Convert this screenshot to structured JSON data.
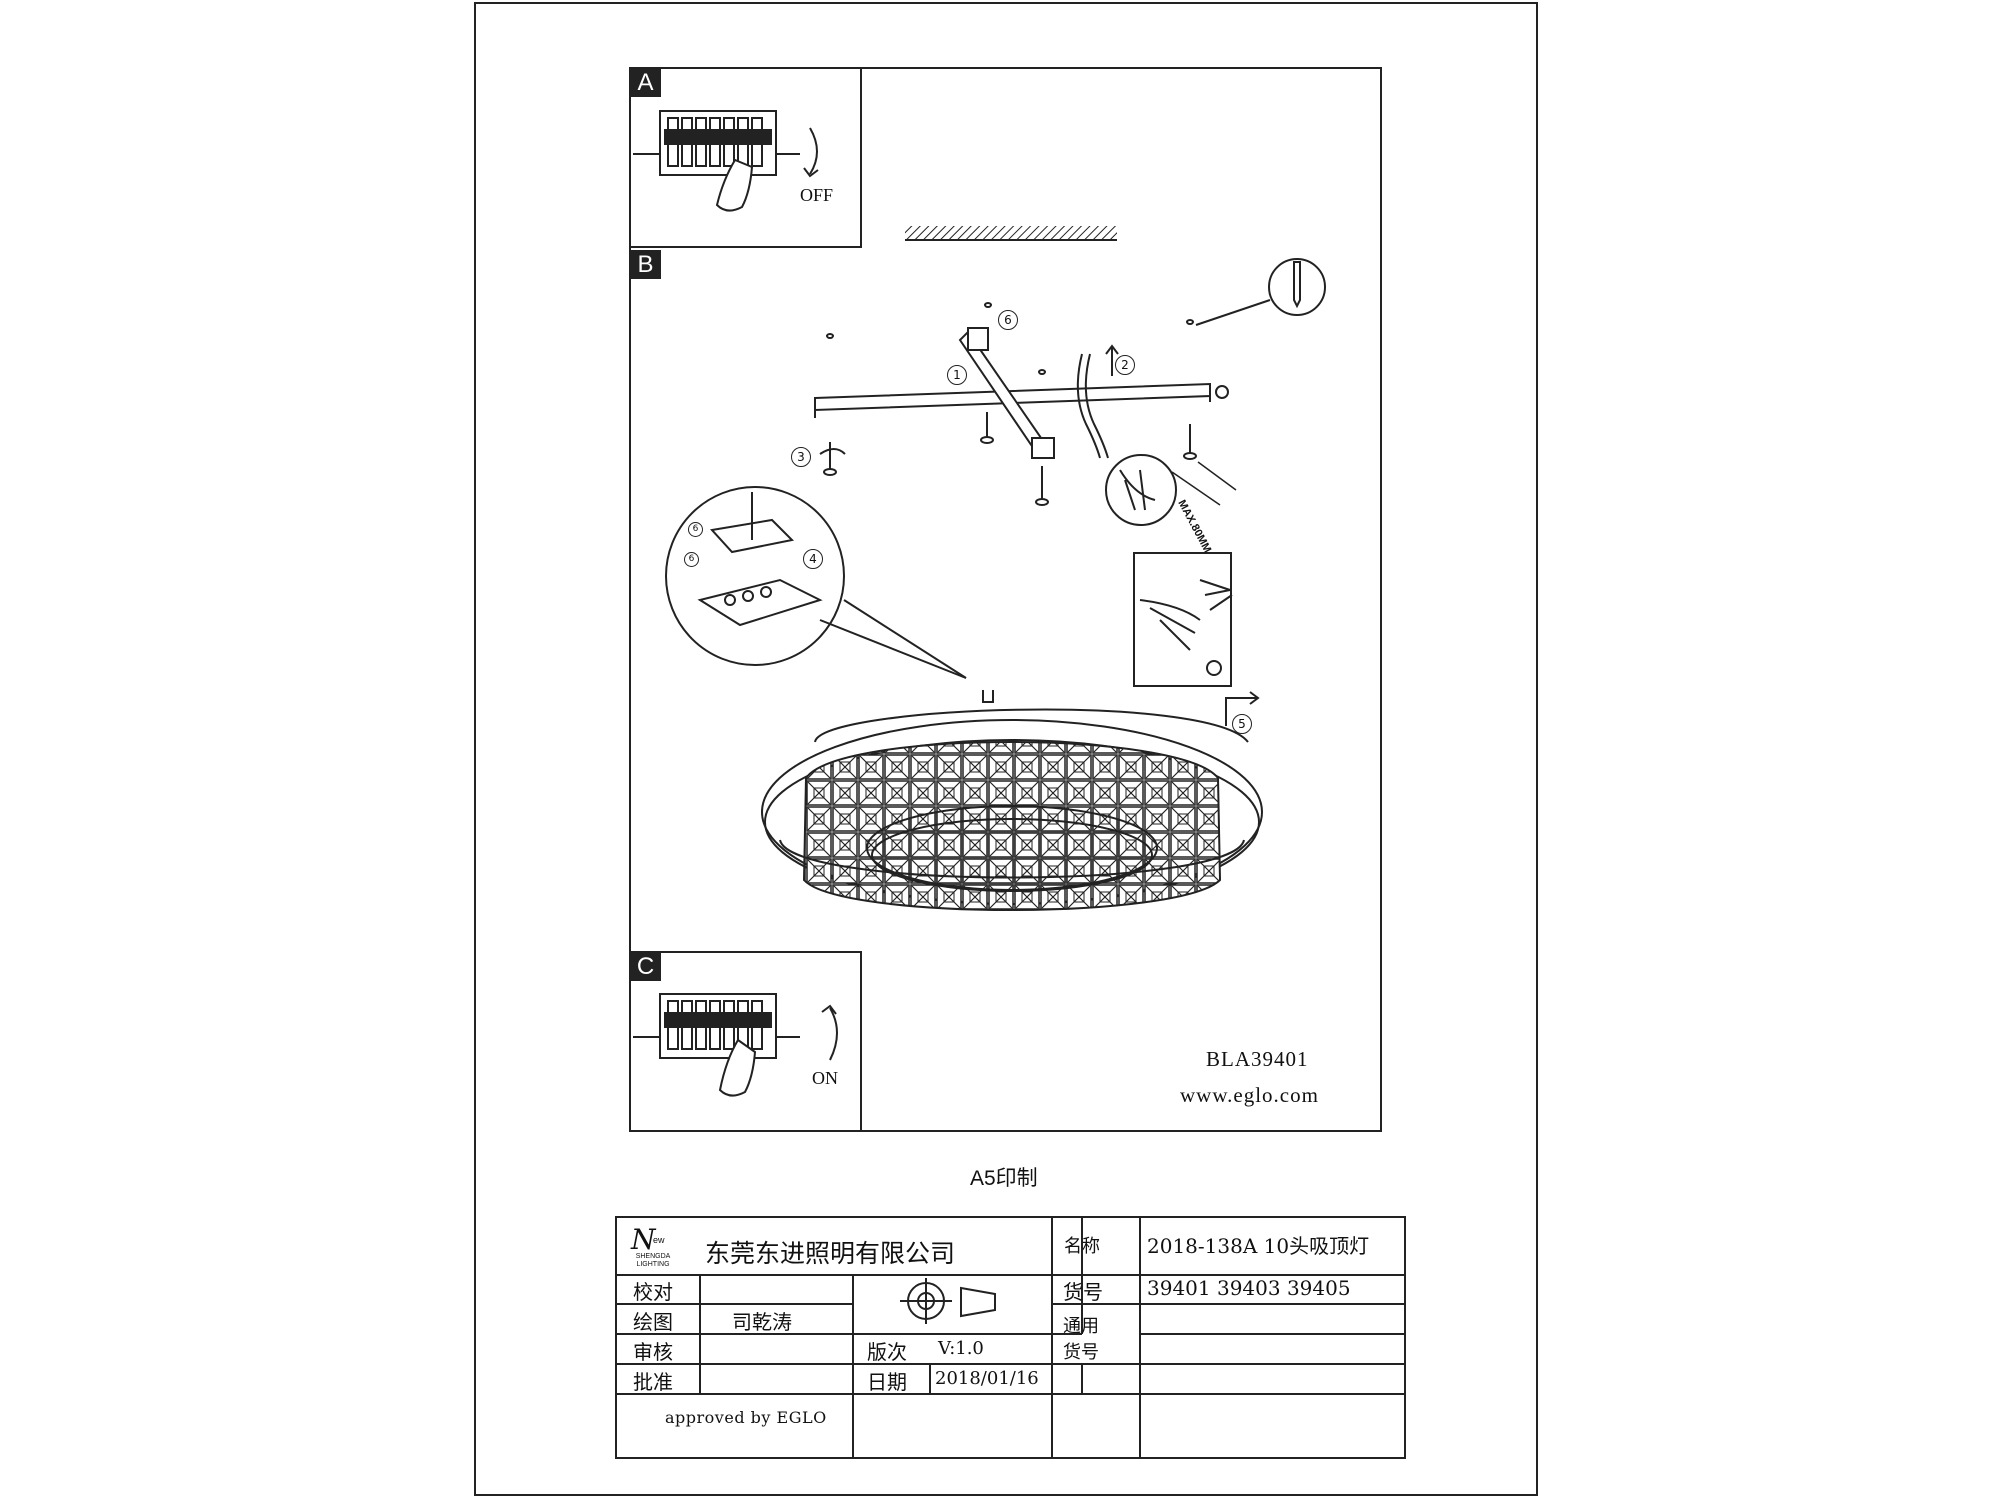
{
  "steps": {
    "a": "A",
    "b": "B",
    "c": "C"
  },
  "switch": {
    "off_label": "OFF",
    "on_label": "ON"
  },
  "callouts": {
    "c1": "1",
    "c2": "2",
    "c3": "3",
    "c4": "4",
    "c5": "5",
    "c6": "6",
    "c7": "6",
    "c8": "6"
  },
  "wire_label": "MAX.80MM",
  "model_code": "BLA39401",
  "website": "www.eglo.com",
  "print_note": "A5印制",
  "title_block": {
    "logo": {
      "letter_n": "N",
      "ew": "ew",
      "line1": "SHENGDA",
      "line2": "LIGHTING"
    },
    "company": "东莞东进照明有限公司",
    "name_label": "名称",
    "name_value": "2018-138A  10头吸顶灯",
    "item_no_label": "货号",
    "item_no_value": "39401  39403  39405",
    "check_label": "校对",
    "draw_label": "绘图",
    "draw_value": "司乾涛",
    "review_label": "审核",
    "approve_label": "批准",
    "version_label": "版次",
    "version_value": "V:1.0",
    "date_label": "日期",
    "date_value": "2018/01/16",
    "general_item_label_1": "通用",
    "general_item_label_2": "货号",
    "approved_by": "approved by EGLO"
  },
  "colors": {
    "ink": "#222222",
    "paper": "#ffffff"
  }
}
